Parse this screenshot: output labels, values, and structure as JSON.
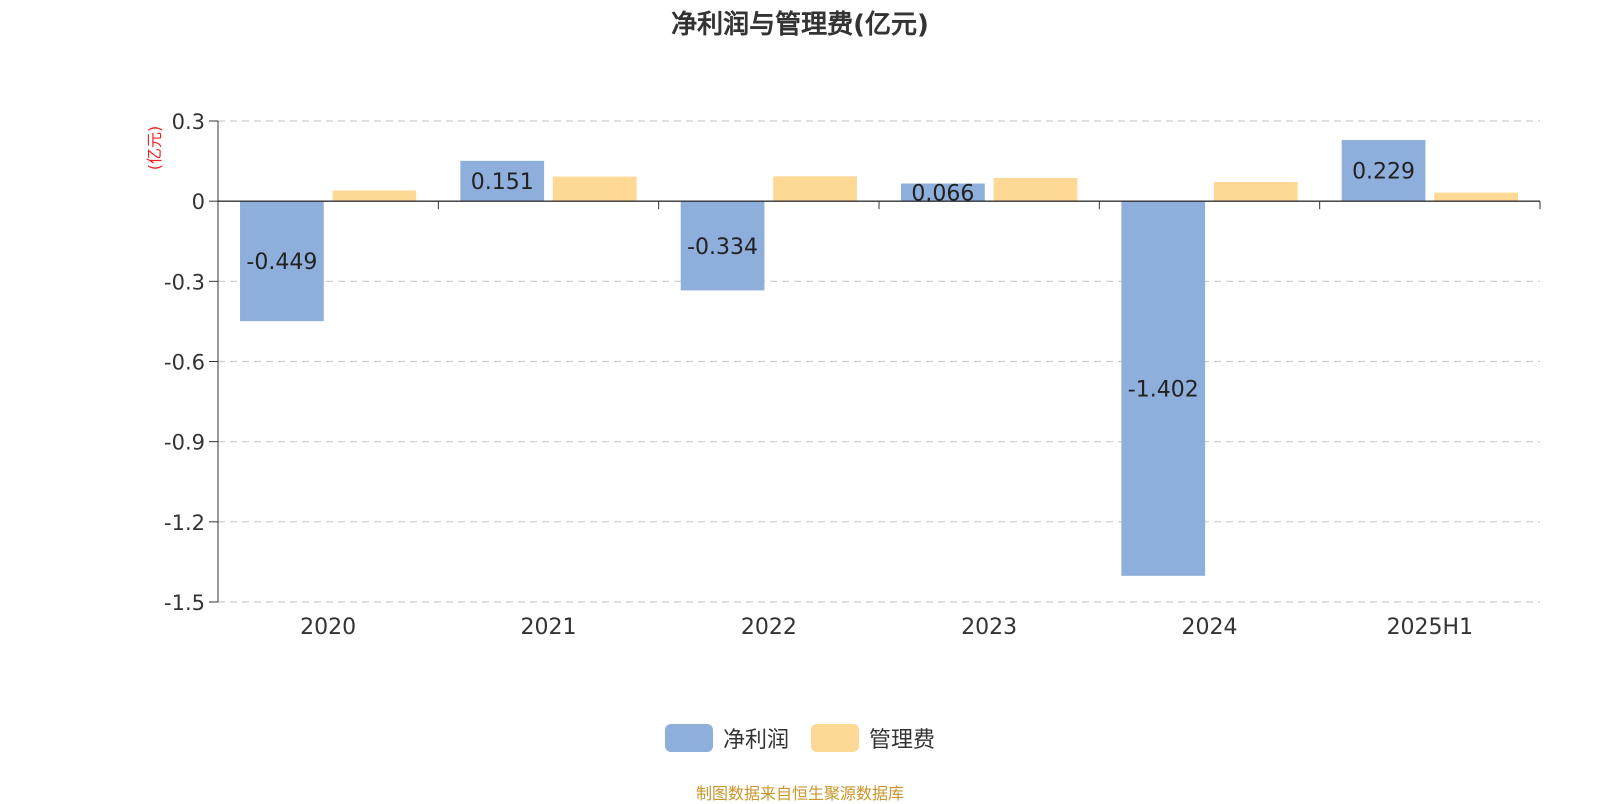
{
  "chart_data": {
    "type": "bar",
    "title": "净利润与管理费(亿元)",
    "ylabel": "(亿元)",
    "xlabel": "",
    "categories": [
      "2020",
      "2021",
      "2022",
      "2023",
      "2024",
      "2025H1"
    ],
    "series": [
      {
        "name": "净利润",
        "color": "#8eaedc",
        "values": [
          -0.449,
          0.151,
          -0.334,
          0.066,
          -1.402,
          0.229
        ]
      },
      {
        "name": "管理费",
        "color": "#fdd995",
        "values": [
          0.04,
          0.092,
          0.093,
          0.087,
          0.072,
          0.032
        ]
      }
    ],
    "data_labels_series": "净利润",
    "yticks": [
      "0.3",
      "0",
      "-0.3",
      "-0.6",
      "-0.9",
      "-1.2",
      "-1.5"
    ],
    "ylim": [
      -1.5,
      0.3
    ],
    "grid": true,
    "legend_position": "bottom"
  },
  "source_note": "制图数据来自恒生聚源数据库"
}
